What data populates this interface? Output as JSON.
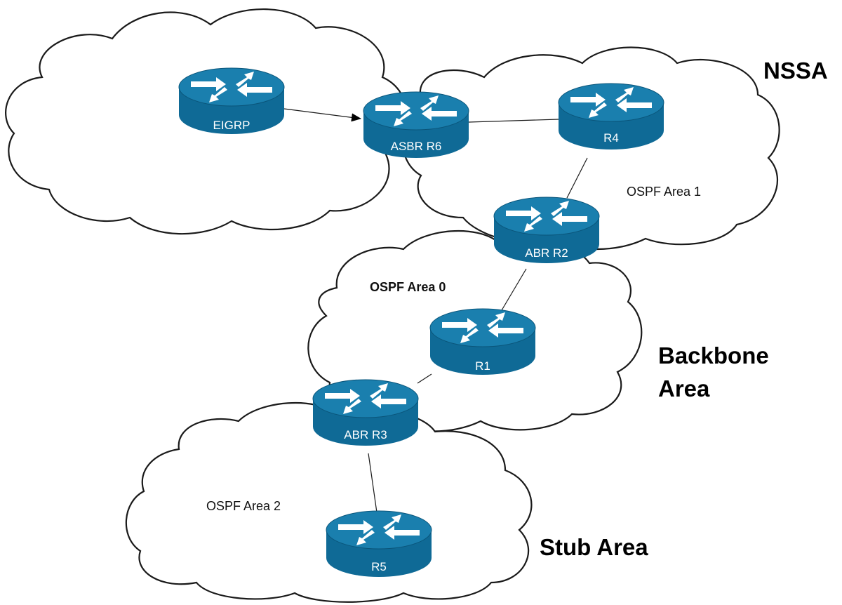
{
  "routers": {
    "eigrp": "EIGRP",
    "asbr_r6": "ASBR R6",
    "r4": "R4",
    "abr_r2": "ABR R2",
    "r1": "R1",
    "abr_r3": "ABR R3",
    "r5": "R5"
  },
  "areas": {
    "area1": "OSPF Area 1",
    "area0": "OSPF Area 0",
    "area2": "OSPF Area 2"
  },
  "area_types": {
    "nssa": "NSSA",
    "backbone_line1": "Backbone",
    "backbone_line2": "Area",
    "stub": "Stub Area"
  },
  "colors": {
    "router_body": "#0f6a96",
    "router_top": "#1a7fae",
    "arrow": "#ffffff",
    "outline": "#1a1a1a"
  },
  "icons": {
    "router": "router-icon"
  }
}
